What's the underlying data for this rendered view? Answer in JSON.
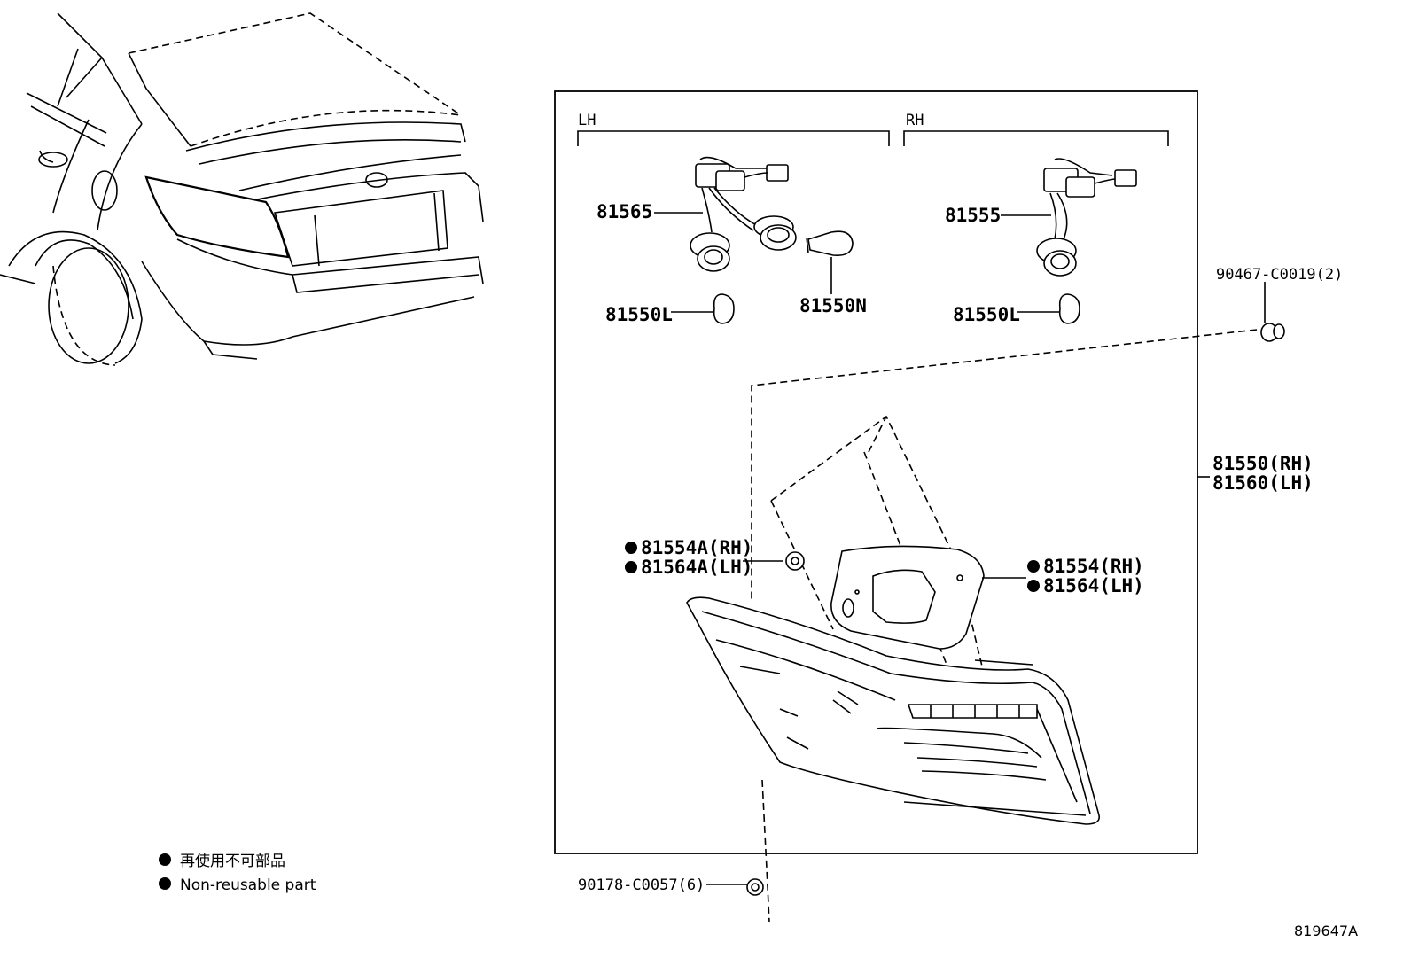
{
  "labels": {
    "lh": "LH",
    "rh": "RH",
    "p81565": "81565",
    "p81555": "81555",
    "p81550L_a": "81550L",
    "p81550N": "81550N",
    "p81550L_b": "81550L",
    "p90467": "90467-C0019(2)",
    "p81550rh": "81550(RH)",
    "p81560lh": "81560(LH)",
    "p81554Arh": "81554A(RH)",
    "p81564Alh": "81564A(LH)",
    "p81554rh": "81554(RH)",
    "p81564lh": "81564(LH)",
    "p90178": "90178-C0057(6)"
  },
  "legend": {
    "jp": "再使用不可部品",
    "en": "Non-reusable part"
  },
  "reference": "819647A"
}
